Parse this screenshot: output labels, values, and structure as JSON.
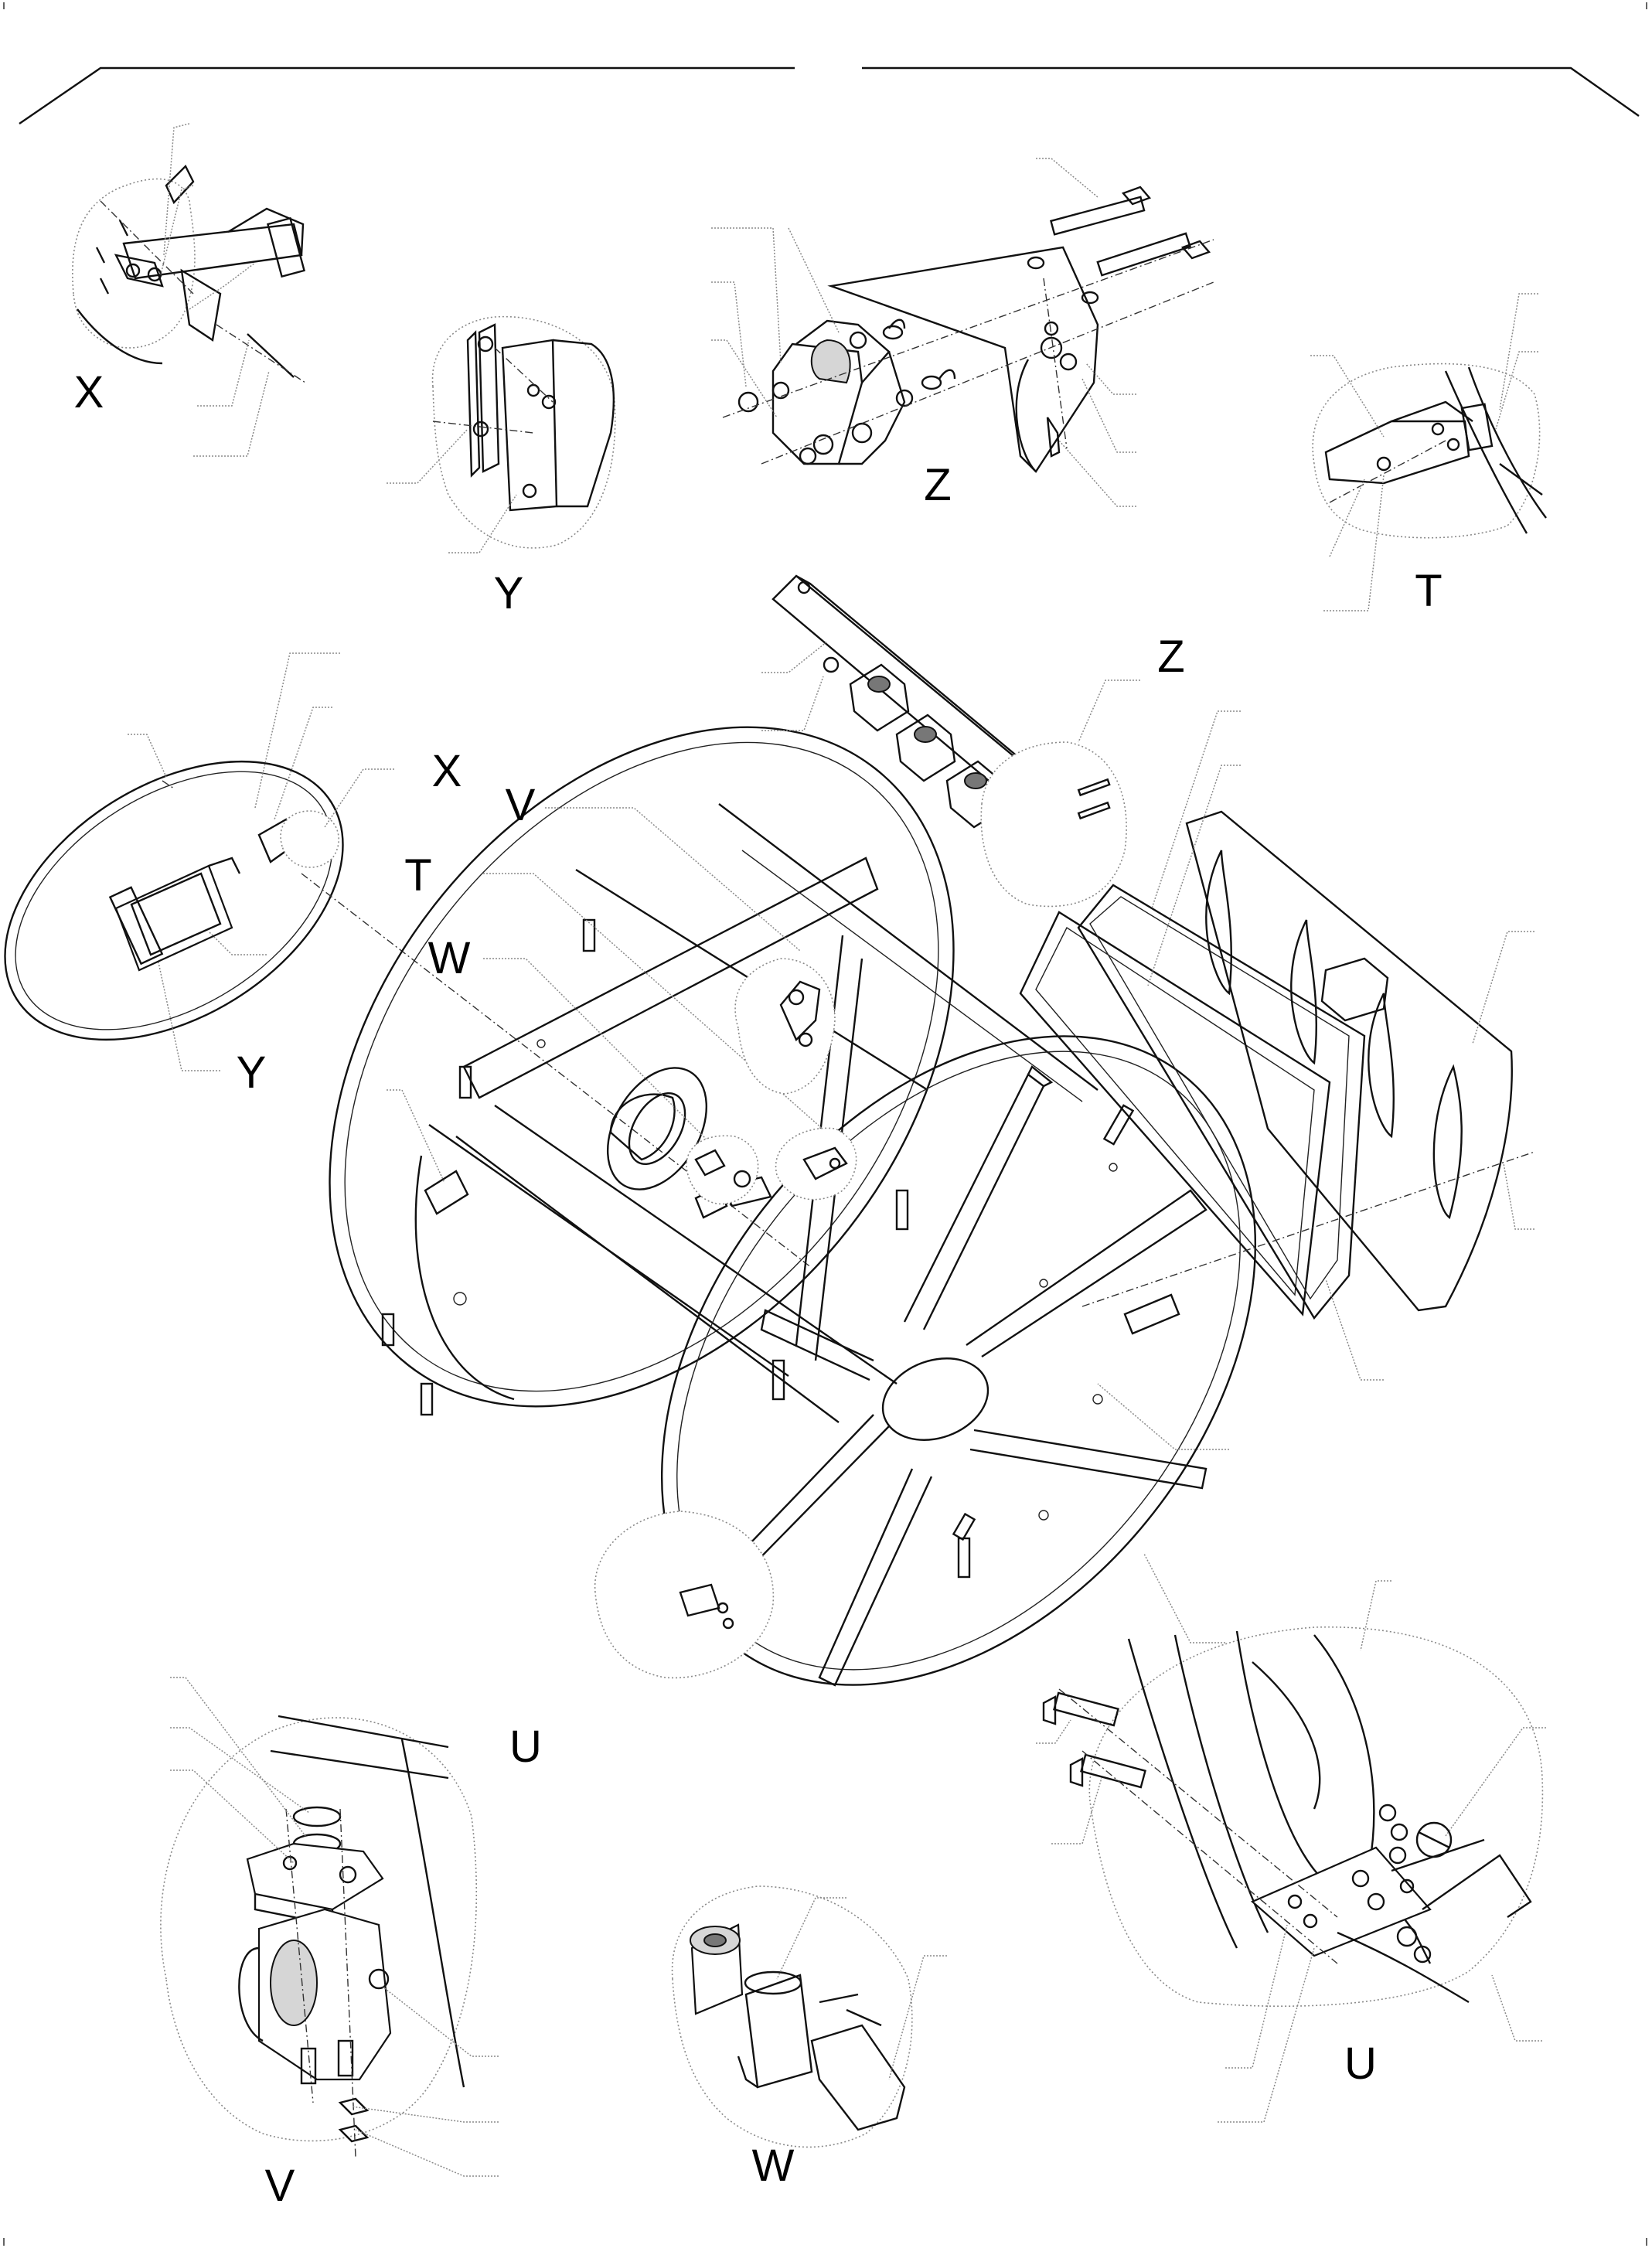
{
  "drawing": {
    "type": "exploded assembly view",
    "detail_labels": {
      "x_top": "X",
      "y_top": "Y",
      "z_top": "Z",
      "t_top": "T",
      "z_main": "Z",
      "x_main": "X",
      "v_main": "V",
      "t_main": "T",
      "w_main": "W",
      "y_main": "Y",
      "u_main": "U",
      "v_bottom": "V",
      "w_bottom": "W",
      "u_bottom": "U"
    }
  }
}
